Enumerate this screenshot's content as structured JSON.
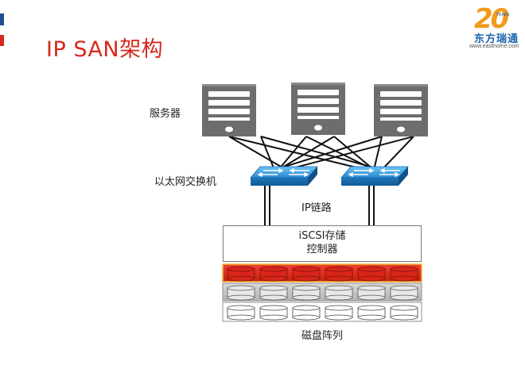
{
  "slide": {
    "title": "IP SAN架构"
  },
  "logo": {
    "number": "20",
    "years": "YEARS",
    "brand": "东方瑞通",
    "url": "www.easthome.com"
  },
  "labels": {
    "servers": "服务器",
    "switches": "以太网交换机",
    "ip_link": "IP链路",
    "controller_line1": "iSCSI存储",
    "controller_line2": "控制器",
    "disk_array": "磁盘阵列"
  },
  "colors": {
    "title_red": "#d6281d",
    "accent_blue": "#1f4e8c",
    "server_gray": "#6d6d6d",
    "switch_blue": "#2f8fd6",
    "disk_red": "#e02b20",
    "disk_gray": "#c9c9c9"
  },
  "icons": {
    "server": "server-icon",
    "switch": "network-switch-icon",
    "disk": "disk-cylinder-icon"
  }
}
